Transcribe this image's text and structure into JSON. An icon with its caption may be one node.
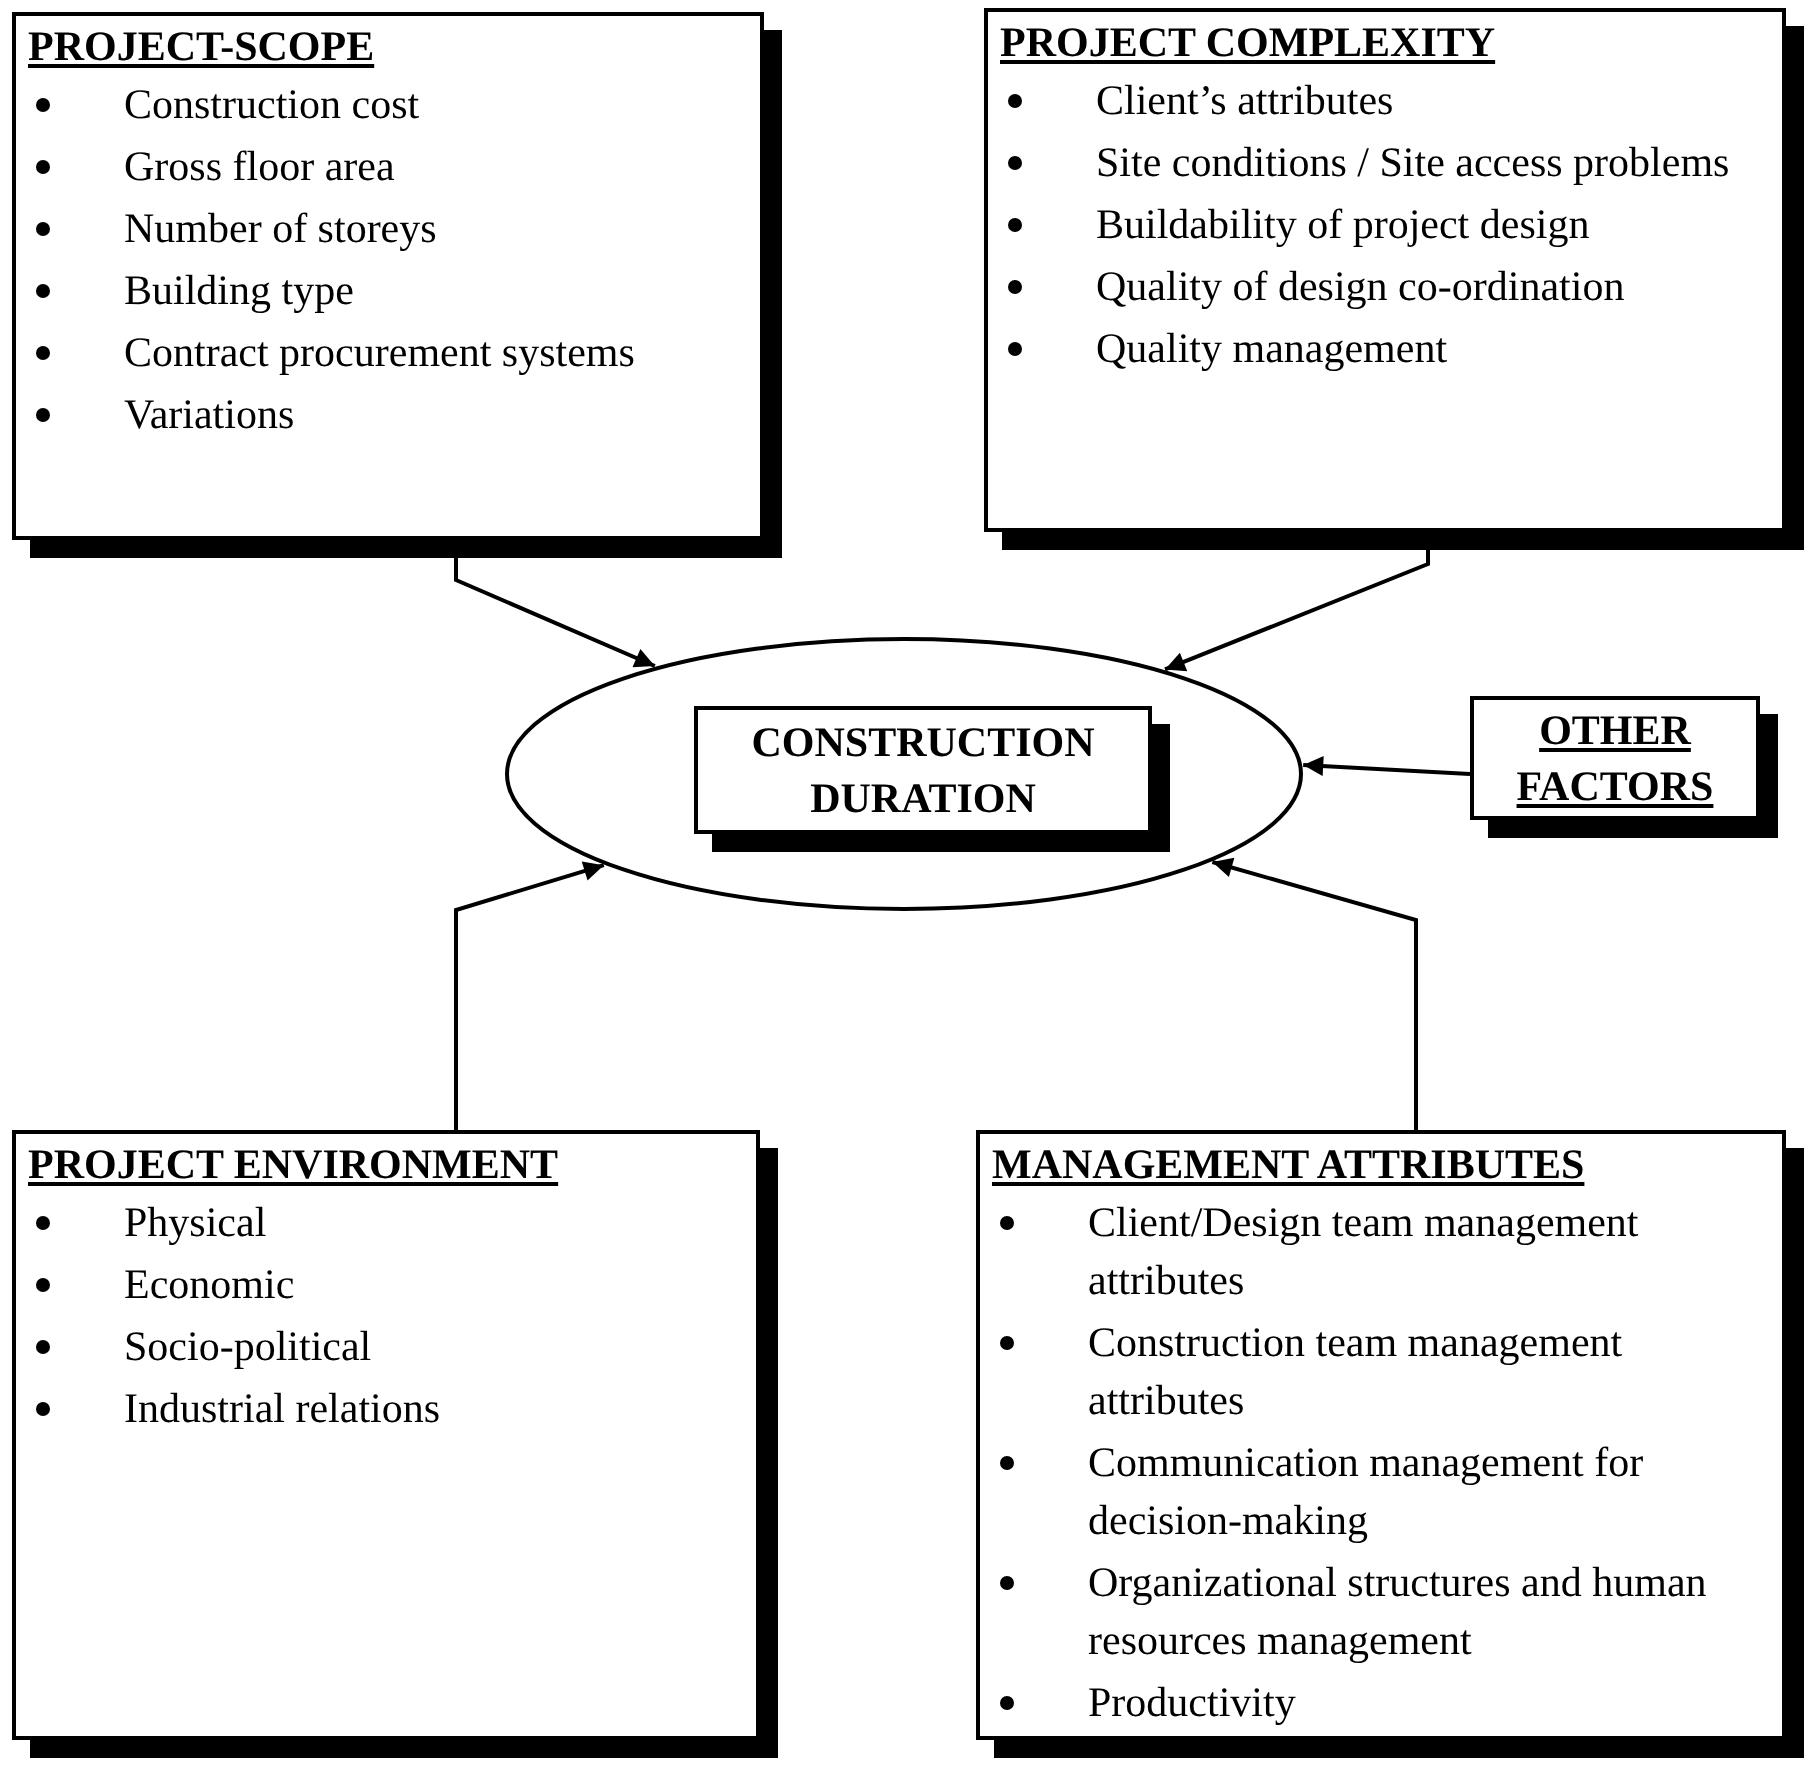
{
  "diagram": {
    "nodes": [
      {
        "text": [
          "PROJECT-SCOPE",
          "Construction cost",
          "Gross floor area",
          "Number of storeys",
          "Building type",
          "Contract procurement systems",
          "Variations"
        ]
      },
      {
        "text": [
          "PROJECT COMPLEXITY",
          "Client’s attributes",
          "Site conditions / Site access problems",
          "Buildability of project design",
          "Quality of design co-ordination",
          "Quality management"
        ]
      },
      {
        "text": [],
        "shape": "ellipse"
      },
      {
        "text": [
          "CONSTRUCTION DURATION"
        ],
        "in": 2
      },
      {
        "text": [
          "OTHER FACTORS"
        ]
      },
      {
        "text": [
          "PROJECT ENVIRONMENT",
          "Physical",
          "Economic",
          "Socio-political",
          "Industrial relations"
        ]
      },
      {
        "text": [
          "MANAGEMENT ATTRIBUTES",
          "Client/Design team management attributes",
          "Construction team management attributes",
          "Communication management for decision-making",
          "Organizational structures and human resources management",
          "Productivity"
        ]
      }
    ],
    "edges": [
      {
        "from": 0,
        "to": 2,
        "arrow": "to"
      },
      {
        "from": 1,
        "to": 2,
        "arrow": "to"
      },
      {
        "from": 4,
        "to": 2,
        "arrow": "to"
      },
      {
        "from": 5,
        "to": 2,
        "arrow": "to"
      },
      {
        "from": 6,
        "to": 2,
        "arrow": "to"
      }
    ]
  }
}
